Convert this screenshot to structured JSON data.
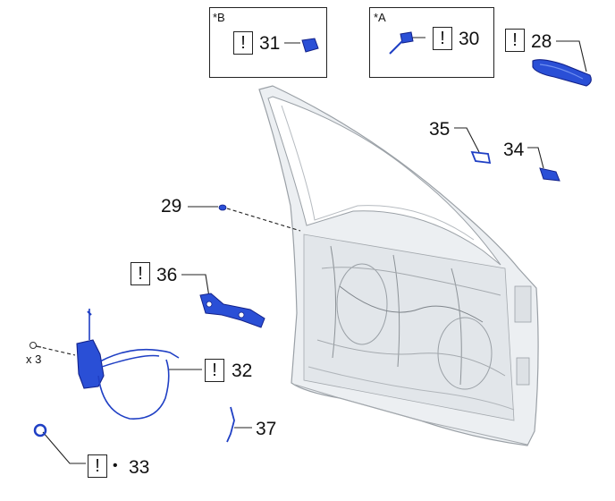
{
  "insets": {
    "b": {
      "tag": "*B",
      "part": "31",
      "mark": "!"
    },
    "a": {
      "tag": "*A",
      "part": "30",
      "mark": "!"
    }
  },
  "callouts": {
    "p28": {
      "num": "28",
      "mark": "!"
    },
    "p29": {
      "num": "29"
    },
    "p32": {
      "num": "32",
      "mark": "!"
    },
    "p33": {
      "num": "33",
      "mark": "!",
      "bullet": "•"
    },
    "p34": {
      "num": "34"
    },
    "p35": {
      "num": "35"
    },
    "p36": {
      "num": "36",
      "mark": "!"
    },
    "p37": {
      "num": "37"
    },
    "screw_qty": "x 3"
  },
  "colors": {
    "part_blue": "#1f3fc4",
    "part_blue_light": "#3a63e6",
    "door_fill": "#e9ecef",
    "door_line": "#9aa0a6",
    "line": "#222222"
  }
}
